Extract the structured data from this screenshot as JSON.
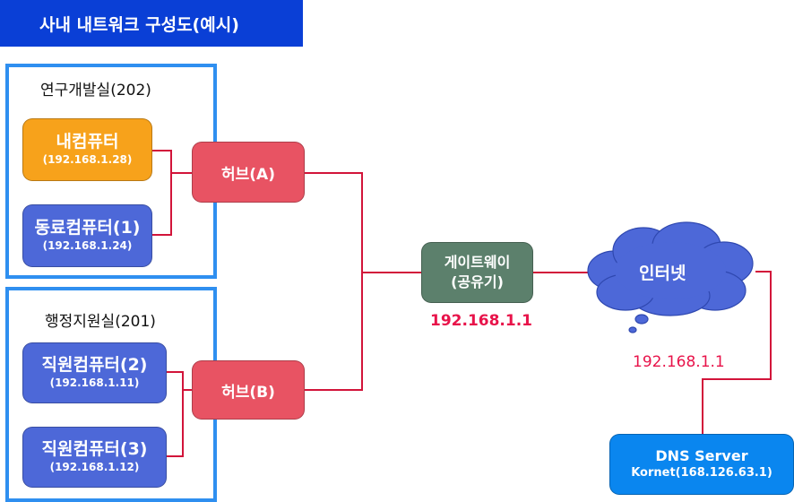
{
  "title": "사내 내트워크 구성도(예시)",
  "rooms": {
    "dev": {
      "label": "연구개발실(202)"
    },
    "admin": {
      "label": "행정지원실(201)"
    }
  },
  "nodes": {
    "my_pc": {
      "name": "내컴퓨터",
      "ip": "(192.168.1.28)"
    },
    "colleague_pc": {
      "name": "동료컴퓨터(1)",
      "ip": "(192.168.1.24)"
    },
    "staff_pc2": {
      "name": "직원컴퓨터(2)",
      "ip": "(192.168.1.11)"
    },
    "staff_pc3": {
      "name": "직원컴퓨터(3)",
      "ip": "(192.168.1.12)"
    },
    "hub_a": {
      "name": "허브(A)"
    },
    "hub_b": {
      "name": "허브(B)"
    },
    "gateway": {
      "line1": "게이트웨이",
      "line2": "(공유기)",
      "ip": "192.168.1.1"
    },
    "internet": {
      "name": "인터넷",
      "ip": "192.168.1.1"
    },
    "dns": {
      "name": "DNS Server",
      "ip": "Kornet(168.126.63.1)"
    }
  },
  "colors": {
    "title_bg": "#0a3fd6",
    "room_border": "#2f8ff0",
    "pc": "#4d68d8",
    "pc_highlight": "#f7a21b",
    "hub": "#e85363",
    "gateway": "#5c806c",
    "cloud": "#4d68d8",
    "dns": "#0a86ef",
    "link": "#d2143a",
    "ip_text": "#e8134a"
  }
}
